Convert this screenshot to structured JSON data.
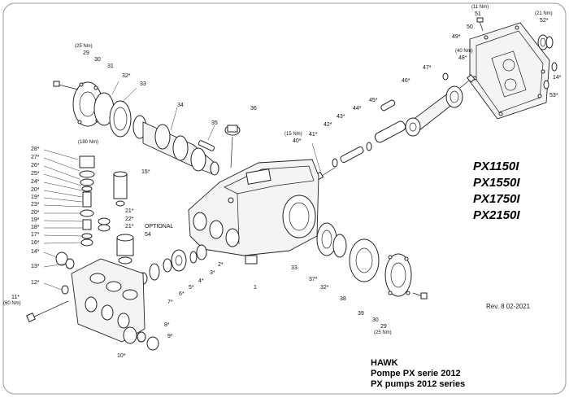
{
  "brand": "HAWK",
  "series_it": "Pompe PX serie 2012",
  "series_en": "PX pumps 2012 series",
  "models": [
    "PX1150I",
    "PX1550I",
    "PX1750I",
    "PX2150I"
  ],
  "revision": "Rev. 8 02-2021",
  "optional_label": "OPTIONAL",
  "torque": {
    "t29_top": "(25 Nm)",
    "t29_bottom": "(25 Nm)",
    "t51": "(11 Nm)",
    "t52": "(21 Nm)",
    "t48": "(40 Nm)",
    "t40": "(15 Nm)",
    "t28": "(180 Nm)",
    "t11": "(60 Nm)"
  },
  "callouts": [
    "51",
    "50",
    "49*",
    "52*",
    "14*",
    "53*",
    "48*",
    "47*",
    "46*",
    "45*",
    "44*",
    "43*",
    "42*",
    "41*",
    "40*",
    "36",
    "35",
    "34",
    "33",
    "32*",
    "31",
    "30",
    "29",
    "28*",
    "27*",
    "26*",
    "25*",
    "24*",
    "20*",
    "19*",
    "23*",
    "20*",
    "19*",
    "18*",
    "17*",
    "16*",
    "14*",
    "13*",
    "12*",
    "11*",
    "15*",
    "21*",
    "22*",
    "21*",
    "54",
    "2*",
    "3*",
    "4*",
    "5*",
    "6*",
    "7*",
    "1",
    "33",
    "37*",
    "32*",
    "38",
    "39",
    "30",
    "29",
    "8*",
    "9*",
    "10*"
  ]
}
